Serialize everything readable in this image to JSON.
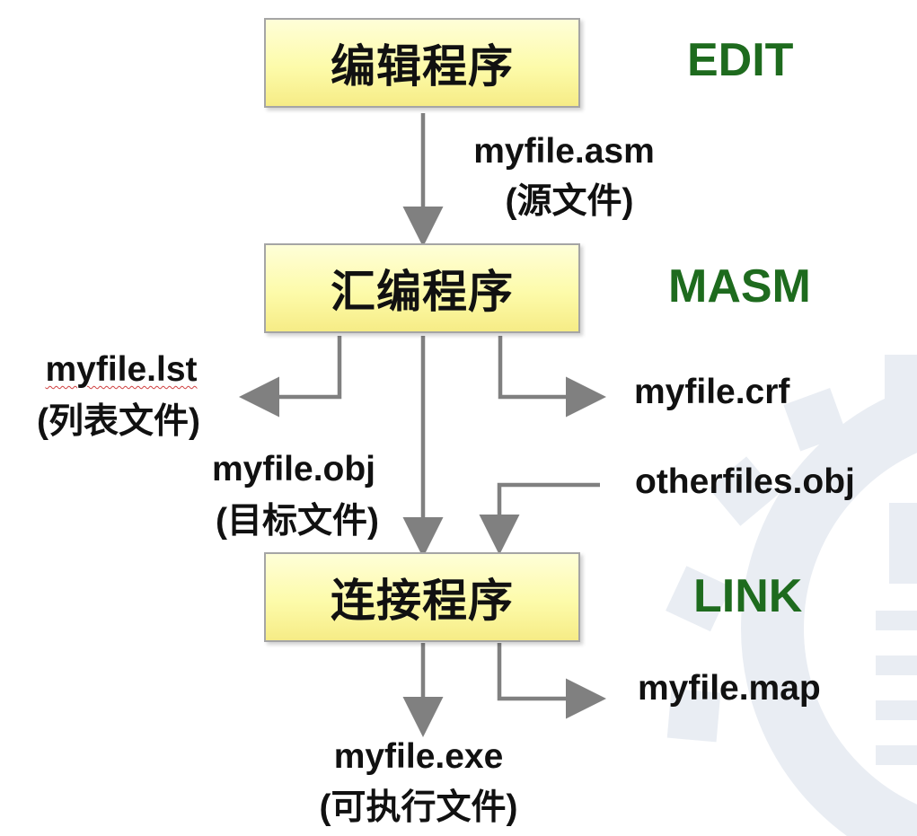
{
  "steps": [
    {
      "box": "编辑程序",
      "tool": "EDIT"
    },
    {
      "box": "汇编程序",
      "tool": "MASM"
    },
    {
      "box": "连接程序",
      "tool": "LINK"
    }
  ],
  "files": {
    "asm": {
      "name": "myfile.asm",
      "desc": "(源文件)"
    },
    "lst": {
      "name": "myfile.lst",
      "desc": "(列表文件)"
    },
    "crf": {
      "name": "myfile.crf"
    },
    "obj": {
      "name": "myfile.obj",
      "desc": "(目标文件)"
    },
    "other": {
      "name": "otherfiles.obj"
    },
    "map": {
      "name": "myfile.map"
    },
    "exe": {
      "name": "myfile.exe",
      "desc": "(可执行文件)"
    }
  },
  "colors": {
    "tool_text": "#1e6b1e",
    "arrow": "#808080",
    "box_border": "#a5a5a5",
    "box_fill": "#fdfbaa",
    "watermark": "#e9edf3"
  }
}
